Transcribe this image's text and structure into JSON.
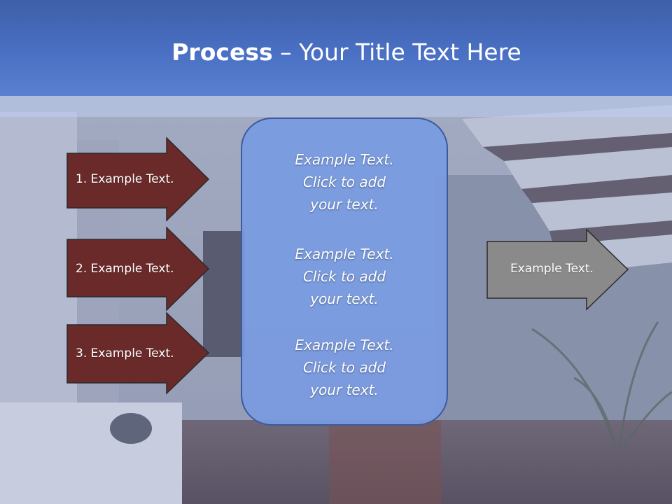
{
  "slide": {
    "title_bold": "Process",
    "title_rest": " – Your Title Text Here"
  },
  "arrows": [
    {
      "label": "1. Example Text."
    },
    {
      "label": "2. Example Text."
    },
    {
      "label": "3. Example Text."
    }
  ],
  "output_arrow": {
    "label": "Example Text."
  },
  "center_box": {
    "paragraphs": [
      {
        "line1": "Example Text.",
        "line2": "Click  to add",
        "line3": "your text."
      },
      {
        "line1": "Example Text.",
        "line2": "Click  to add",
        "line3": "your text."
      },
      {
        "line1": "Example Text.",
        "line2": "Click  to add",
        "line3": "your text."
      }
    ]
  },
  "colors": {
    "input_arrow_fill": "#6b2a2a",
    "output_arrow_fill": "#8a8a8a",
    "title_bar": "#4a70c4",
    "center_box_fill": "#7a9be0"
  }
}
